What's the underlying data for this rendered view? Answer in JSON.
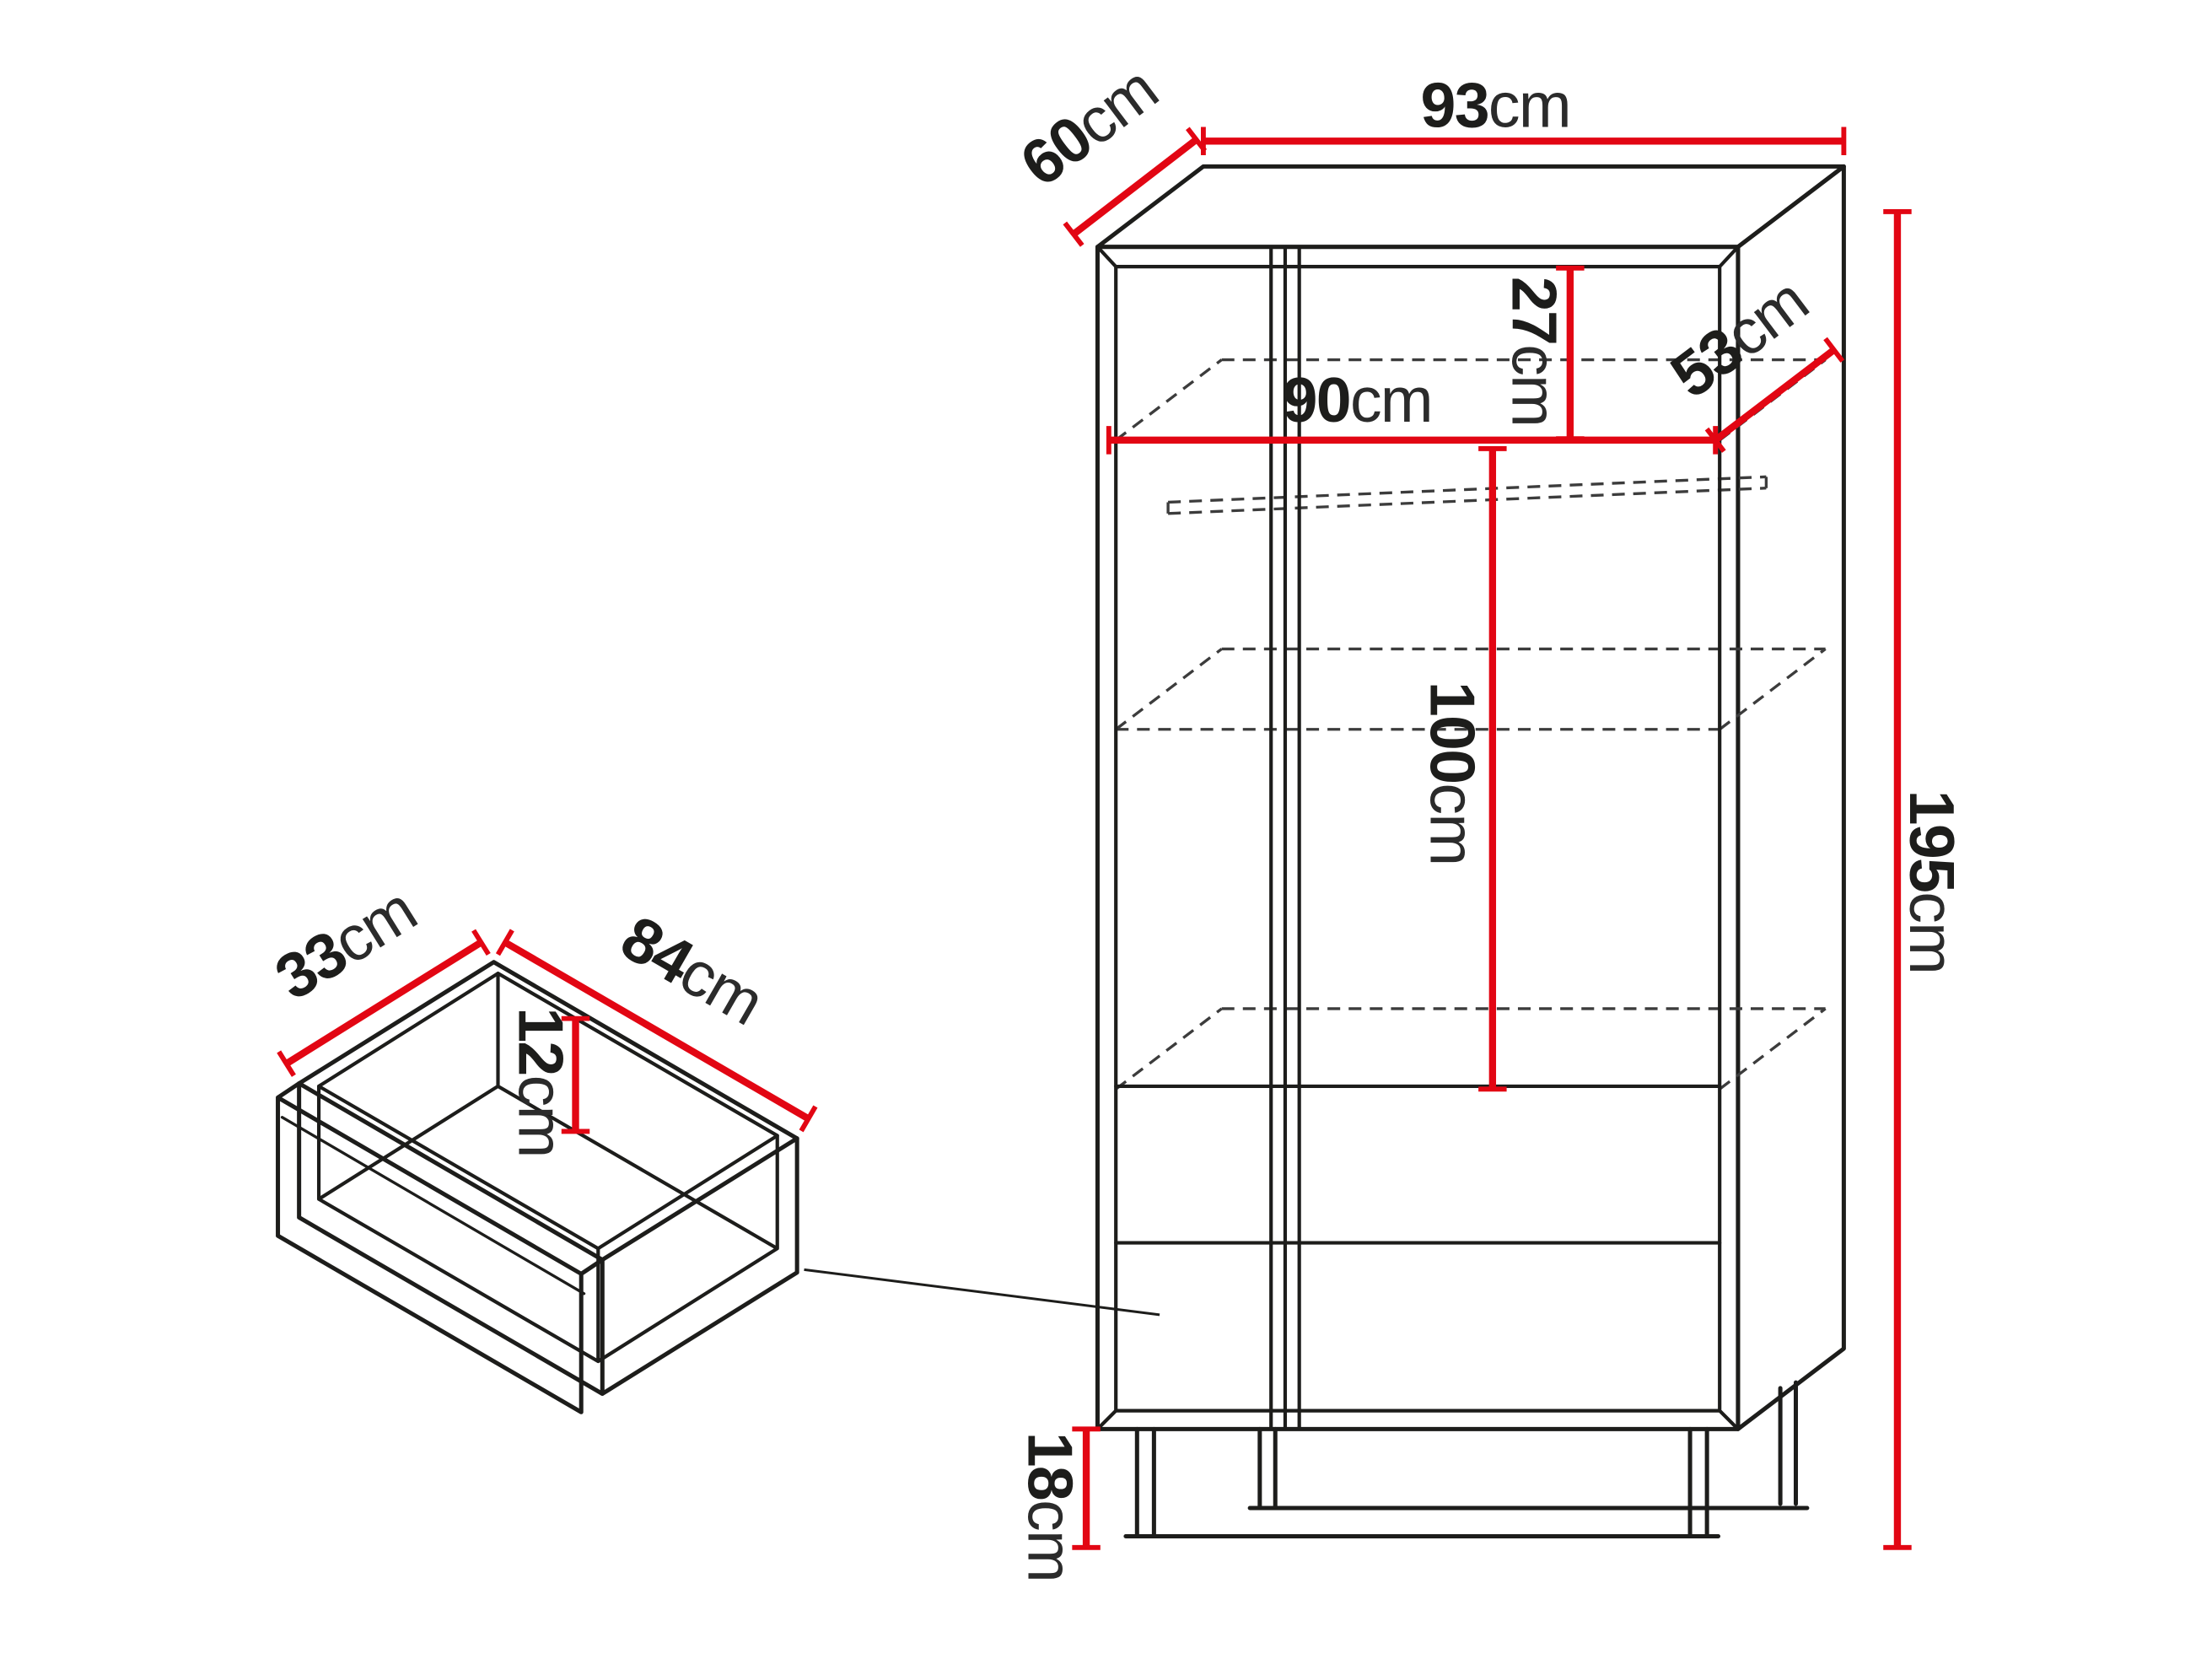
{
  "page": {
    "background": "#ffffff"
  },
  "colors": {
    "dimension_red": "#e20613",
    "outline_black": "#1d1d1b",
    "hidden_line": "#3c3c3c"
  },
  "diagram": {
    "kind": "furniture dimension line drawing",
    "views": [
      "wardrobe perspective view",
      "drawer detail view"
    ]
  },
  "dimensions": {
    "depth_top": {
      "value": "60",
      "unit": "cm"
    },
    "width_top": {
      "value": "93",
      "unit": "cm"
    },
    "upper_shelf_height": {
      "value": "27",
      "unit": "cm"
    },
    "interior_width": {
      "value": "90",
      "unit": "cm"
    },
    "interior_depth": {
      "value": "53",
      "unit": "cm"
    },
    "hanging_space_height": {
      "value": "100",
      "unit": "cm"
    },
    "total_height": {
      "value": "195",
      "unit": "cm"
    },
    "legs_height": {
      "value": "18",
      "unit": "cm"
    },
    "drawer_depth": {
      "value": "33",
      "unit": "cm"
    },
    "drawer_width": {
      "value": "84",
      "unit": "cm"
    },
    "drawer_height": {
      "value": "12",
      "unit": "cm"
    }
  }
}
